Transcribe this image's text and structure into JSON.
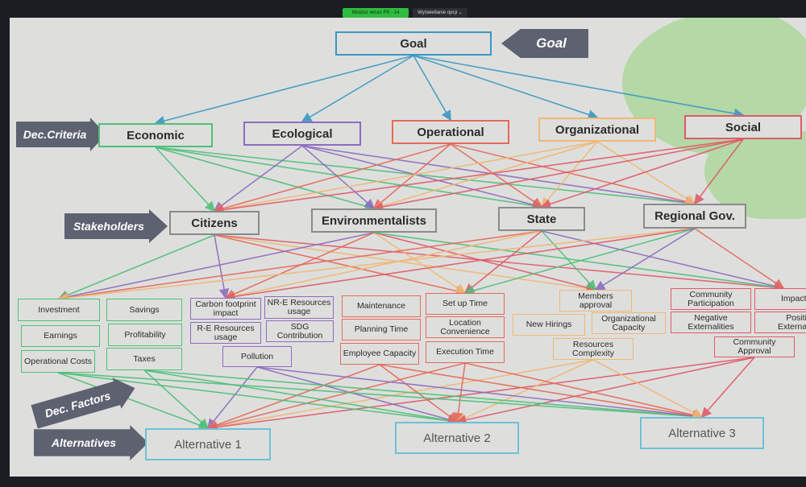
{
  "topbar": {
    "share_label": "Widzisz ekran FR - 14",
    "options_label": "Wyświetlanie opcji ⌄"
  },
  "labels": {
    "goal_tag": "Goal",
    "criteria_tag": "Dec.Criteria",
    "stakeholders_tag": "Stakeholders",
    "factors_tag": "Dec. Factors",
    "alternatives_tag": "Alternatives"
  },
  "goal": "Goal",
  "criteria": [
    "Economic",
    "Ecological",
    "Operational",
    "Organizational",
    "Social"
  ],
  "stakeholders": [
    "Citizens",
    "Environmentalists",
    "State",
    "Regional Gov."
  ],
  "factors": {
    "economic": [
      "Investment",
      "Savings",
      "Earnings",
      "Profitability",
      "Operational Costs",
      "Taxes"
    ],
    "ecological": [
      "Carbon footprint impact",
      "NR-E Resources usage",
      "R-E Resources usage",
      "SDG Contribution",
      "Pollution"
    ],
    "operational": [
      "Maintenance",
      "Set up Time",
      "Planning Time",
      "Location Convenience",
      "Employee Capacity",
      "Execution Time"
    ],
    "organizational": [
      "Members approval",
      "New Hirings",
      "Organizational Capacity",
      "Resources Complexity"
    ],
    "social": [
      "Community Participation",
      "Impact",
      "Negative Externalities",
      "Positive Externalities",
      "Community Approval"
    ]
  },
  "alternatives": [
    "Alternative 1",
    "Alternative 2",
    "Alternative 3"
  ],
  "colors": {
    "goal": "#3b97c4",
    "economic": "#4fbf7a",
    "ecological": "#8c6cbf",
    "operational": "#e5695b",
    "organizational": "#f0b774",
    "social": "#de5b68",
    "stakeholder": "#8a8a8a",
    "alternative": "#6ec0d8"
  }
}
